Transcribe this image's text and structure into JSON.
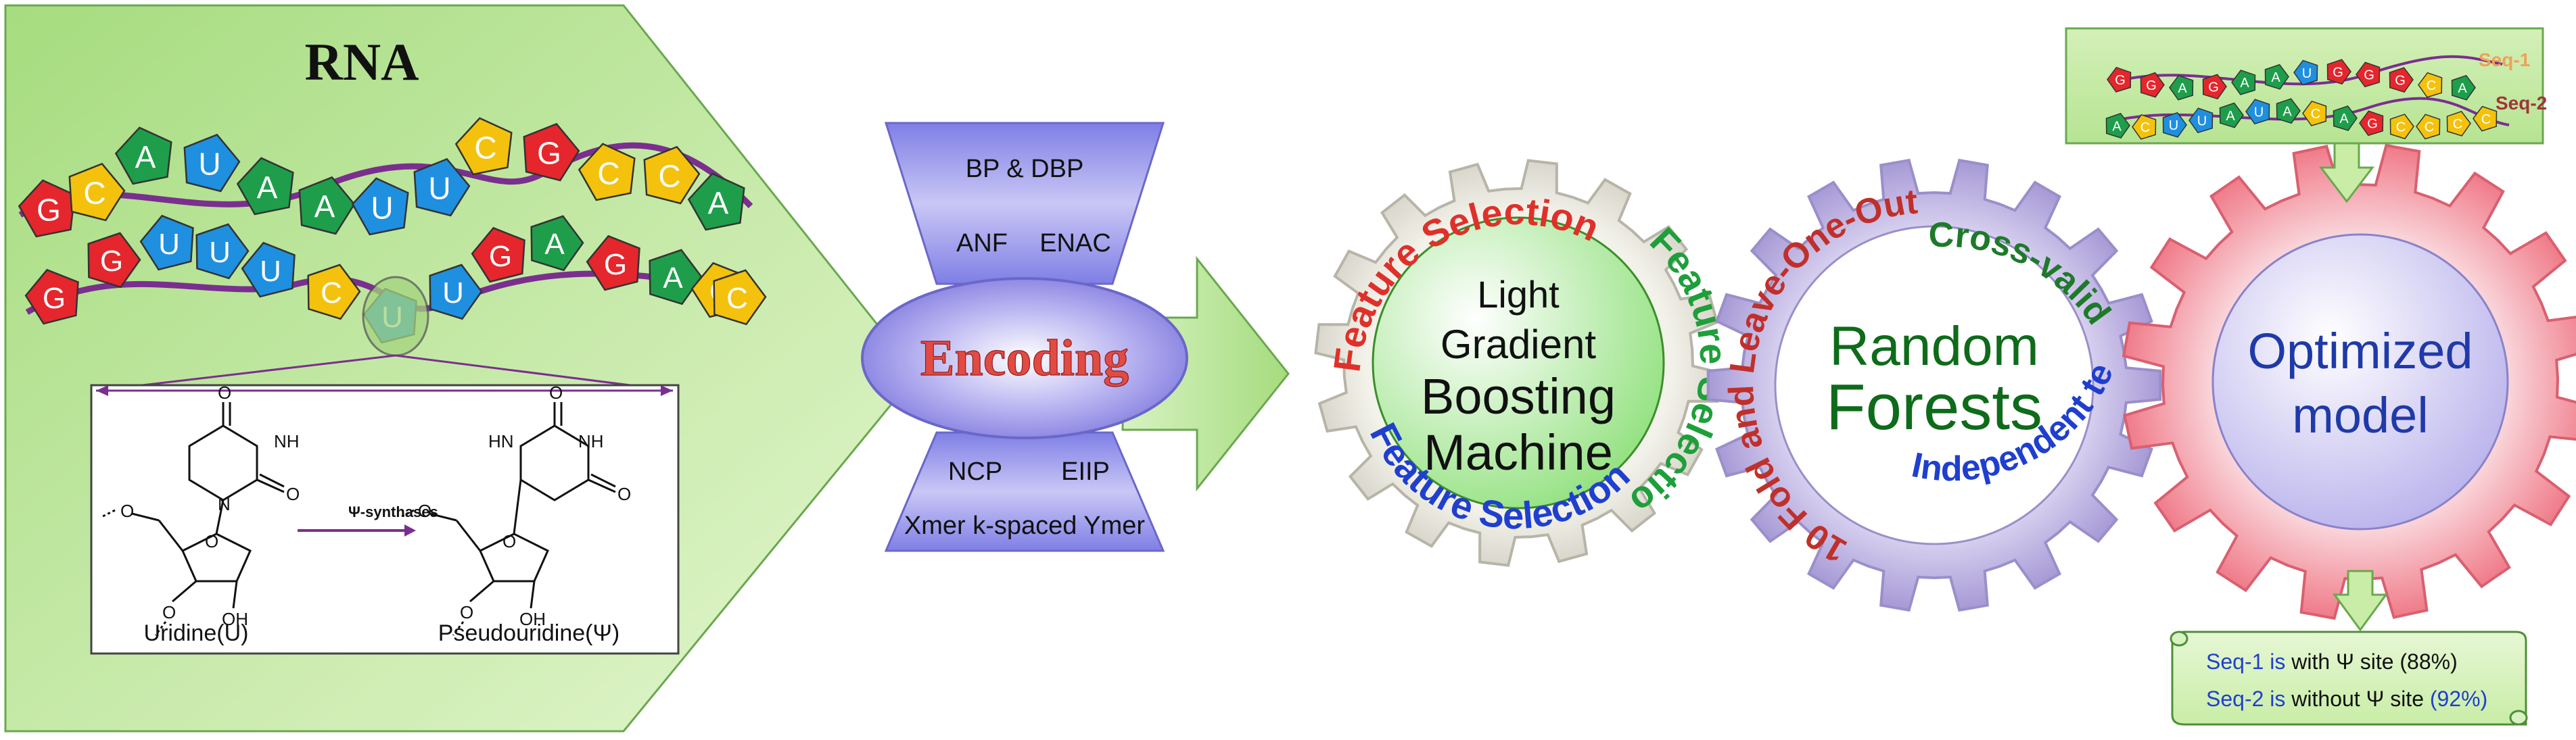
{
  "rna_panel": {
    "title": "RNA",
    "strand1": [
      "G",
      "C",
      "A",
      "U",
      "A",
      "A",
      "U",
      "U",
      "C",
      "G",
      "C",
      "C",
      "A"
    ],
    "strand2": [
      "G",
      "G",
      "U",
      "U",
      "U",
      "C",
      "U",
      "U",
      "G",
      "A",
      "G",
      "A",
      "C",
      "C"
    ],
    "molecules": {
      "left_label": "Uridine(U)",
      "right_label": "Pseudouridine(Ψ)",
      "enzyme_label": "Ψ-synthases",
      "atoms": {
        "oxygen": "O",
        "nh": "NH",
        "hn": "HN",
        "n": "N",
        "oh": "OH"
      }
    }
  },
  "encoding": {
    "center_label": "Encoding",
    "top_features": [
      "BP & DBP",
      "ANF",
      "ENAC"
    ],
    "bottom_features": [
      "NCP",
      "EIIP",
      "Xmer k-spaced Ymer"
    ]
  },
  "gear_lgbm": {
    "center_lines": [
      "Light",
      "Gradient",
      "Boosting",
      "Machine"
    ],
    "ring_texts": [
      "Feature Selection",
      "Feature Selection",
      "Feature Selection"
    ]
  },
  "gear_rf": {
    "center_lines": [
      "Random",
      "Forests"
    ],
    "ring_texts": [
      "10 Fold and Leave-One-Out",
      "Cross-validation",
      "Independent testing"
    ]
  },
  "gear_model": {
    "center_lines": [
      "Optimized",
      "model"
    ]
  },
  "sequences_box": {
    "seq1_label": "Seq-1",
    "seq2_label": "Seq-2",
    "seq1": [
      "G",
      "G",
      "A",
      "G",
      "A",
      "A",
      "U",
      "G",
      "G",
      "G",
      "C",
      "A"
    ],
    "seq2": [
      "A",
      "C",
      "U",
      "U",
      "A",
      "U",
      "A",
      "C",
      "A",
      "G",
      "C",
      "C",
      "C",
      "C"
    ]
  },
  "result_scroll": {
    "line1": {
      "seq": "Seq-1",
      "mid": " is ",
      "rest": "with Ψ site ",
      "pct": "(88%)"
    },
    "line2": {
      "seq": "Seq-2",
      "mid": " is ",
      "rest": "without Ψ site ",
      "pct": "(92%)"
    }
  },
  "colors": {
    "A": "#1e9e4a",
    "C": "#f4c20d",
    "G": "#e5262c",
    "U": "#1f8fe0",
    "backbone": "#7a2f8f",
    "panel_green": "#bfe6a0",
    "encoding_purple": "#8b86e6",
    "lgbm_ring_text_red": "#e0302a",
    "lgbm_ring_text_green": "#1e9f3a",
    "lgbm_ring_text_blue": "#1f3fcf",
    "rf_center_text": "#0e6b1a",
    "model_text": "#1f3aa8"
  }
}
